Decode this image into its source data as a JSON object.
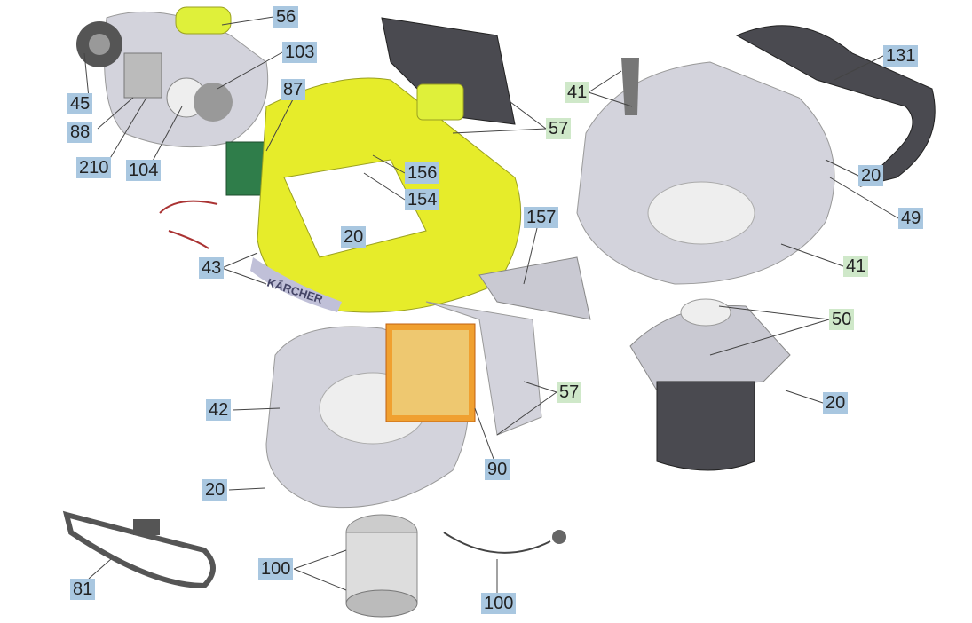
{
  "colors": {
    "blue_label": "#a9c7e0",
    "green_label": "#cfe8c9",
    "housing_yellow": "#e6ec2a",
    "part_gray": "#c9c9d2",
    "dark_gray": "#4a4a50"
  },
  "brand_text": "KÄRCHER",
  "labels": [
    {
      "text": "56",
      "style": "blue"
    },
    {
      "text": "103",
      "style": "blue"
    },
    {
      "text": "87",
      "style": "blue"
    },
    {
      "text": "45",
      "style": "blue"
    },
    {
      "text": "88",
      "style": "blue"
    },
    {
      "text": "210",
      "style": "blue"
    },
    {
      "text": "104",
      "style": "blue"
    },
    {
      "text": "41",
      "style": "green"
    },
    {
      "text": "57",
      "style": "green"
    },
    {
      "text": "131",
      "style": "blue"
    },
    {
      "text": "156",
      "style": "blue"
    },
    {
      "text": "154",
      "style": "blue"
    },
    {
      "text": "20",
      "style": "blue"
    },
    {
      "text": "20",
      "style": "blue"
    },
    {
      "text": "49",
      "style": "blue"
    },
    {
      "text": "41",
      "style": "green"
    },
    {
      "text": "43",
      "style": "blue"
    },
    {
      "text": "157",
      "style": "blue"
    },
    {
      "text": "50",
      "style": "green"
    },
    {
      "text": "57",
      "style": "green"
    },
    {
      "text": "42",
      "style": "blue"
    },
    {
      "text": "20",
      "style": "blue"
    },
    {
      "text": "90",
      "style": "blue"
    },
    {
      "text": "20",
      "style": "blue"
    },
    {
      "text": "100",
      "style": "blue"
    },
    {
      "text": "81",
      "style": "blue"
    },
    {
      "text": "100",
      "style": "blue"
    }
  ]
}
